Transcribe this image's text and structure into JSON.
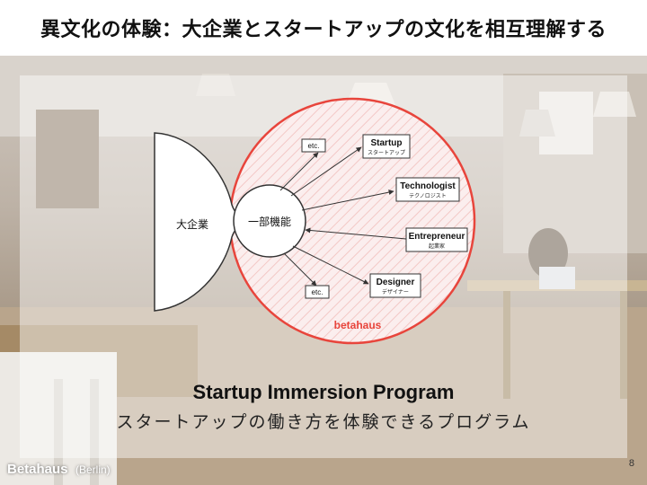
{
  "slide": {
    "title": "異文化の体験：大企業とスタートアップの文化を相互理解する",
    "page_number": "8"
  },
  "diagram": {
    "big_company_label": "大企業",
    "division_label": "一部機能",
    "org_label": "betahaus",
    "targets": [
      {
        "en": "Startup",
        "ja": "スタートアップ"
      },
      {
        "en": "Technologist",
        "ja": "テクノロジスト"
      },
      {
        "en": "Entrepreneur",
        "ja": "起業家"
      },
      {
        "en": "Designer",
        "ja": "デザイナー"
      }
    ],
    "etc_top": "etc.",
    "etc_bottom": "etc.",
    "circle_color": "#e8453c"
  },
  "caption": {
    "program_name": "Startup Immersion Program",
    "description": "スタートアップの働き方を体験できるプログラム"
  },
  "credit": {
    "name": "Betahaus",
    "city": "(Berlin)"
  }
}
